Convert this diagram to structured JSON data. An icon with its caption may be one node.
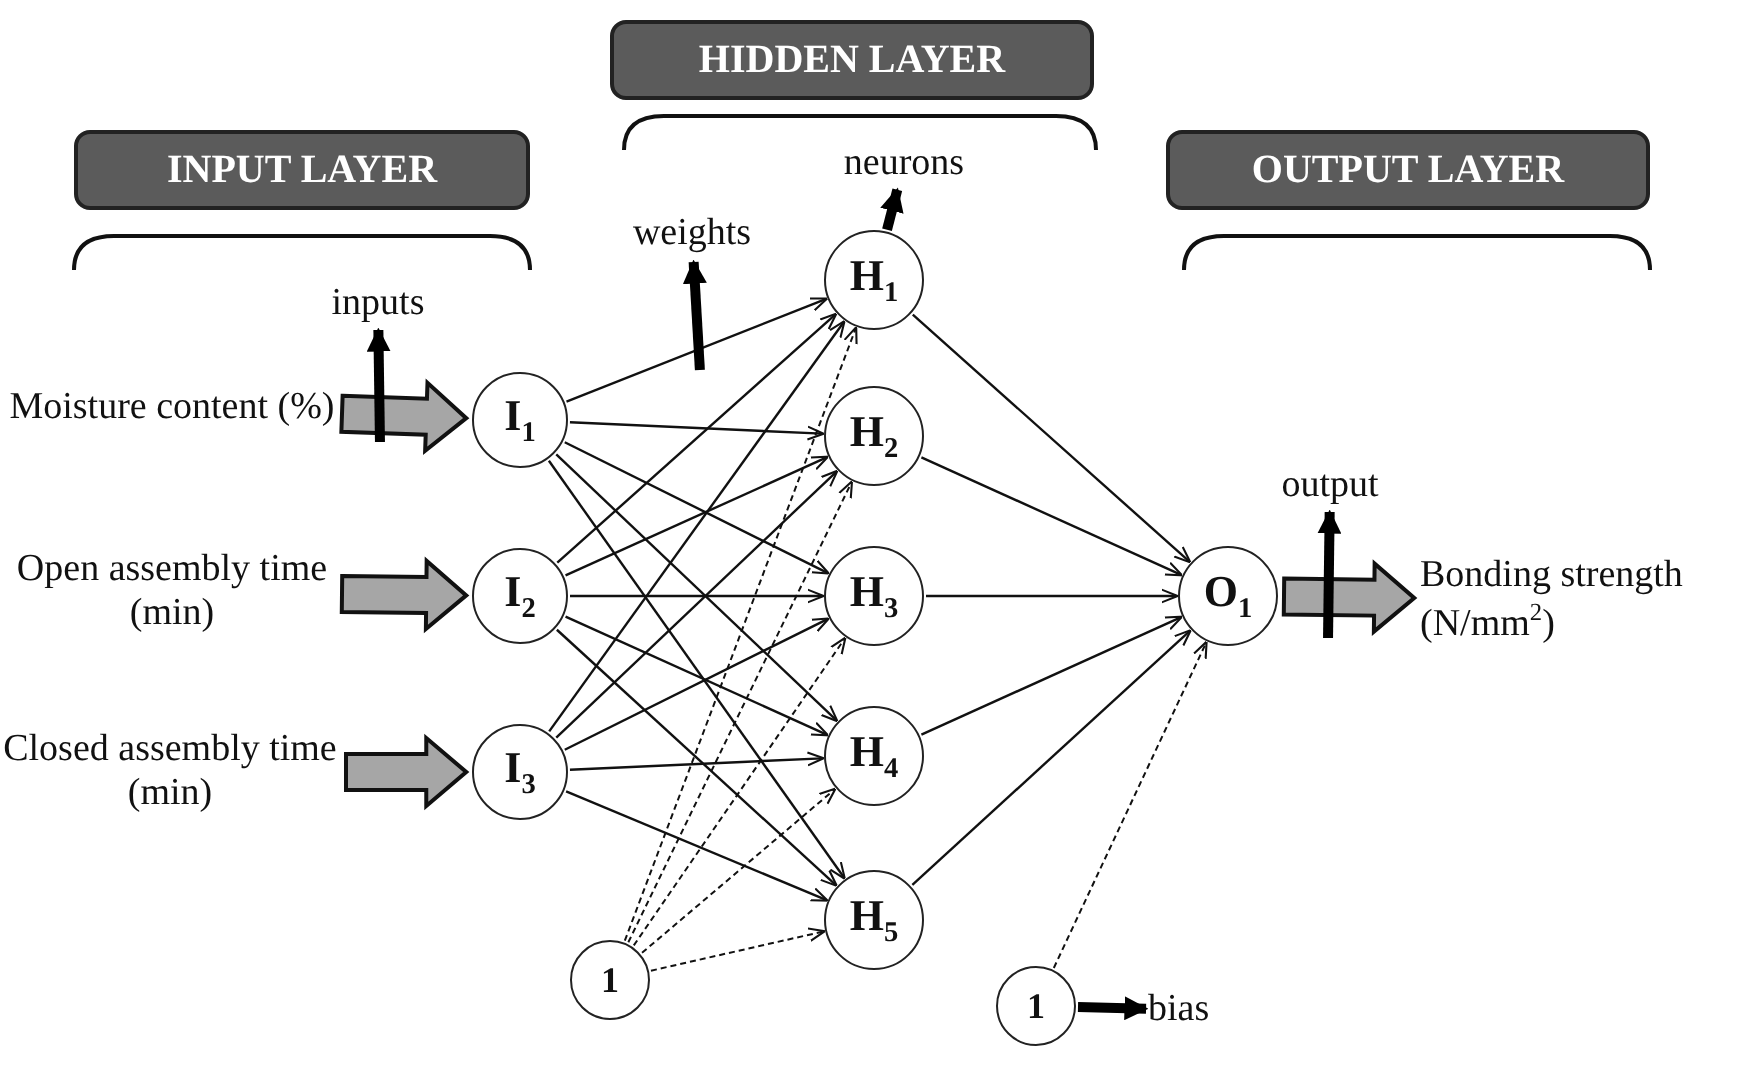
{
  "diagram": {
    "nodes": [
      {
        "text": [
          "INPUT LAYER"
        ]
      },
      {
        "text": [
          "HIDDEN LAYER"
        ]
      },
      {
        "text": [
          "OUTPUT LAYER"
        ]
      },
      {
        "text": [
          "Moisture content (%)"
        ]
      },
      {
        "text": [
          "Open assembly time (min)"
        ]
      },
      {
        "text": [
          "Closed assembly time (min)"
        ]
      },
      {
        "text": [
          "I$_{1}$"
        ]
      },
      {
        "text": [
          "I$_{2}$"
        ]
      },
      {
        "text": [
          "I$_{3}$"
        ]
      },
      {
        "text": [
          "1"
        ]
      },
      {
        "text": [
          "H$_{1}$"
        ]
      },
      {
        "text": [
          "H$_{2}$"
        ]
      },
      {
        "text": [
          "H$_{3}$"
        ]
      },
      {
        "text": [
          "H$_{4}$"
        ]
      },
      {
        "text": [
          "H$_{5}$"
        ]
      },
      {
        "text": [
          "1"
        ]
      },
      {
        "text": [
          "O$_{1}$"
        ]
      },
      {
        "text": [
          "Bonding strength (N/mm$^{2}$)"
        ]
      },
      {
        "text": [
          "inputs"
        ]
      },
      {
        "text": [
          "weights"
        ]
      },
      {
        "text": [
          "neurons"
        ]
      },
      {
        "text": [
          "output"
        ]
      },
      {
        "text": [
          "bias"
        ]
      }
    ],
    "edges": [
      {
        "from": 3,
        "to": 6,
        "arrow": "to",
        "style": "thick",
        "color": "#a6a6a6"
      },
      {
        "from": 4,
        "to": 7,
        "arrow": "to",
        "style": "thick",
        "color": "#a6a6a6"
      },
      {
        "from": 5,
        "to": 8,
        "arrow": "to",
        "style": "thick",
        "color": "#a6a6a6"
      },
      {
        "from": 6,
        "to": 10,
        "arrow": "to"
      },
      {
        "from": 6,
        "to": 11,
        "arrow": "to"
      },
      {
        "from": 6,
        "to": 12,
        "arrow": "to"
      },
      {
        "from": 6,
        "to": 13,
        "arrow": "to"
      },
      {
        "from": 6,
        "to": 14,
        "arrow": "to"
      },
      {
        "from": 7,
        "to": 10,
        "arrow": "to"
      },
      {
        "from": 7,
        "to": 11,
        "arrow": "to"
      },
      {
        "from": 7,
        "to": 12,
        "arrow": "to"
      },
      {
        "from": 7,
        "to": 13,
        "arrow": "to"
      },
      {
        "from": 7,
        "to": 14,
        "arrow": "to"
      },
      {
        "from": 8,
        "to": 10,
        "arrow": "to"
      },
      {
        "from": 8,
        "to": 11,
        "arrow": "to"
      },
      {
        "from": 8,
        "to": 12,
        "arrow": "to"
      },
      {
        "from": 8,
        "to": 13,
        "arrow": "to"
      },
      {
        "from": 8,
        "to": 14,
        "arrow": "to"
      },
      {
        "from": 9,
        "to": 10,
        "arrow": "to",
        "style": "dashed"
      },
      {
        "from": 9,
        "to": 11,
        "arrow": "to",
        "style": "dashed"
      },
      {
        "from": 9,
        "to": 12,
        "arrow": "to",
        "style": "dashed"
      },
      {
        "from": 9,
        "to": 13,
        "arrow": "to",
        "style": "dashed"
      },
      {
        "from": 9,
        "to": 14,
        "arrow": "to",
        "style": "dashed"
      },
      {
        "from": 10,
        "to": 16,
        "arrow": "to"
      },
      {
        "from": 11,
        "to": 16,
        "arrow": "to"
      },
      {
        "from": 12,
        "to": 16,
        "arrow": "to"
      },
      {
        "from": 13,
        "to": 16,
        "arrow": "to"
      },
      {
        "from": 14,
        "to": 16,
        "arrow": "to"
      },
      {
        "from": 15,
        "to": 16,
        "arrow": "to",
        "style": "dashed"
      },
      {
        "from": 16,
        "to": 17,
        "arrow": "to",
        "style": "thick",
        "color": "#a6a6a6"
      },
      {
        "from": null,
        "to": 18,
        "arrow": "to",
        "style": "thick"
      },
      {
        "from": null,
        "to": 19,
        "arrow": "to",
        "style": "thick"
      },
      {
        "from": 10,
        "to": 20,
        "arrow": "to",
        "style": "thick"
      },
      {
        "from": null,
        "to": 21,
        "arrow": "to",
        "style": "thick"
      },
      {
        "from": 15,
        "to": 22,
        "arrow": "to",
        "style": "thick"
      }
    ]
  }
}
